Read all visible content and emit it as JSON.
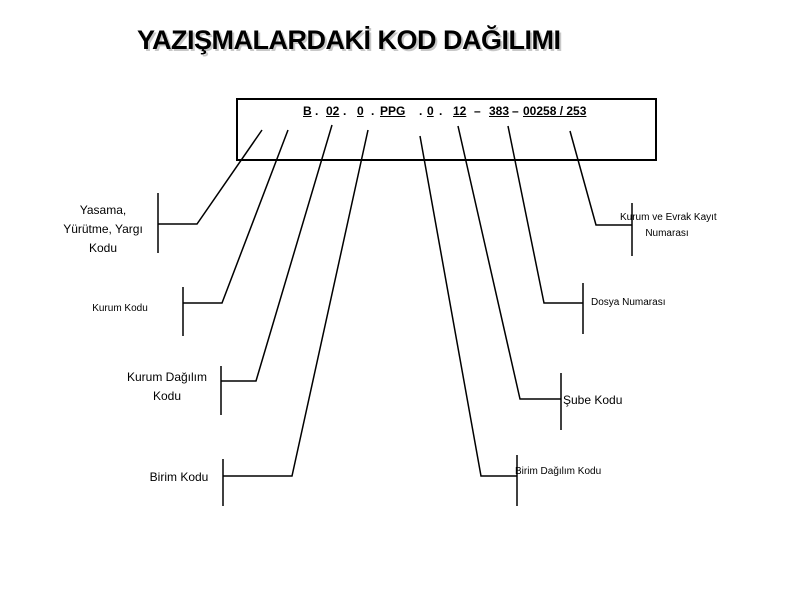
{
  "title": "YAZIŞMALARDAKİ KOD DAĞILIMI",
  "code": {
    "s1": "B",
    "p1": ".",
    "s2": "02",
    "p2": ".",
    "s3": "0",
    "p3": ".",
    "s4": "PPG",
    "p4": ".",
    "s5": "0",
    "p5": ".",
    "s6": "12",
    "p6": "–",
    "s7": "383",
    "p7": "–",
    "s8": "00258 / 253"
  },
  "labels": {
    "yasama": [
      "Yasama,",
      "Yürütme, Yargı",
      "Kodu"
    ],
    "kurum_kodu": "Kurum Kodu",
    "kurum_dagilim": [
      "Kurum Dağılım",
      "Kodu"
    ],
    "birim_kodu": "Birim Kodu",
    "kurum_evrak": [
      "Kurum ve Evrak Kayıt",
      "Numarası"
    ],
    "dosya_numarasi": "Dosya Numarası",
    "sube_kodu": "Şube Kodu",
    "birim_dagilim": "Birim Dağılım Kodu"
  }
}
